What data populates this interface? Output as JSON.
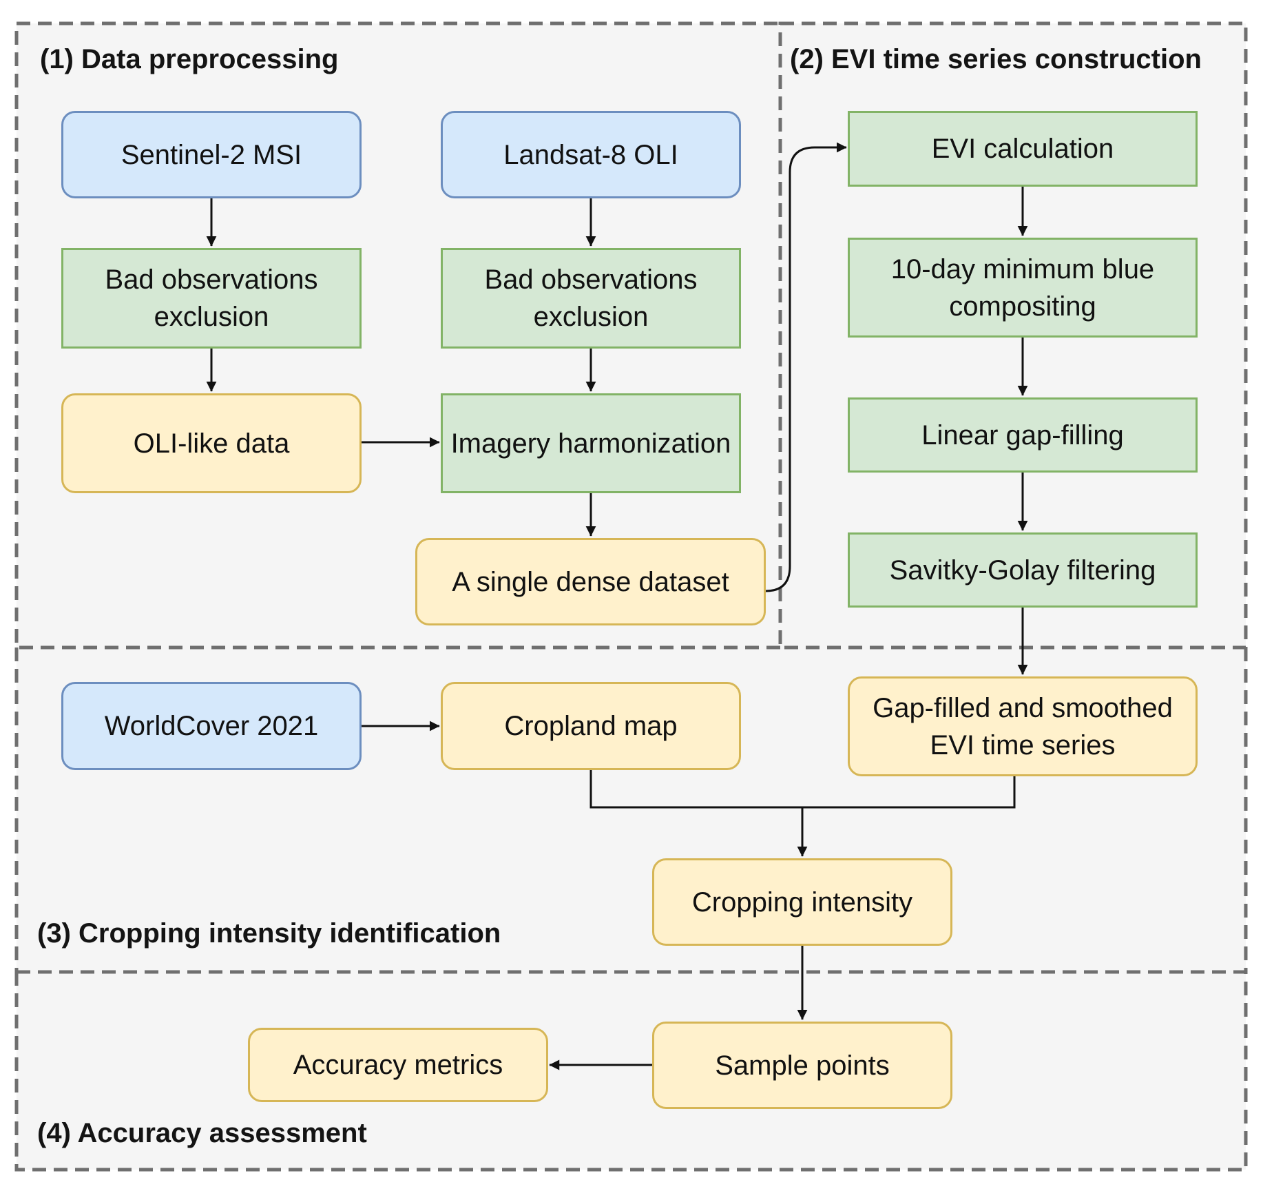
{
  "sections": {
    "data_preprocessing": "(1) Data preprocessing",
    "evi_construction": "(2) EVI time series construction",
    "cropping_identification": "(3) Cropping intensity identification",
    "accuracy_assessment": "(4) Accuracy assessment"
  },
  "nodes": {
    "sentinel": "Sentinel-2 MSI",
    "landsat": "Landsat-8 OLI",
    "bad_obs_s2": "Bad observations exclusion",
    "bad_obs_l8": "Bad observations exclusion",
    "oli_like": "OLI-like data",
    "harmonization": "Imagery harmonization",
    "dense_dataset": "A single dense dataset",
    "evi_calc": "EVI calculation",
    "compositing": "10-day minimum blue compositing",
    "gap_filling": "Linear gap-filling",
    "sg_filter": "Savitky-Golay filtering",
    "worldcover": "WorldCover 2021",
    "cropland": "Cropland map",
    "evi_series": "Gap-filled and smoothed EVI time series",
    "cropping_intensity": "Cropping intensity",
    "sample_points": "Sample points",
    "accuracy_metrics": "Accuracy metrics"
  },
  "colors": {
    "source_fill": "#d5e8fb",
    "source_border": "#6c8ebf",
    "process_fill": "#d5e8d4",
    "process_border": "#82b366",
    "product_fill": "#fff1cc",
    "product_border": "#d6b656",
    "section_border": "#6f6f6f",
    "section_fill": "#f5f5f5"
  }
}
